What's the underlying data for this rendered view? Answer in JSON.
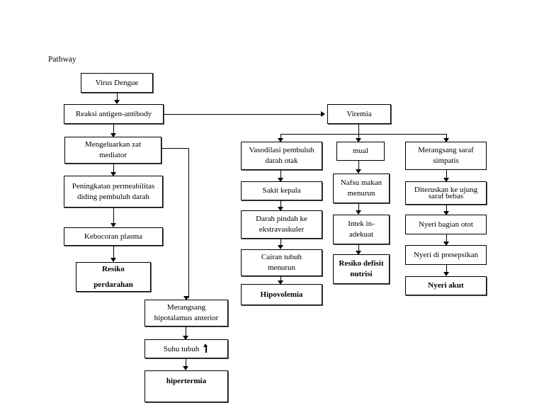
{
  "document": {
    "title": "Pathway",
    "page_label": "Pathway",
    "background_color": "#ffffff",
    "line_color": "#000000",
    "text_color": "#000000"
  },
  "nodes": {
    "virus_dengue": {
      "label": "Virus Dengue"
    },
    "reaksi_antigen_antibody": {
      "label": "Reaksi antigen-antibody"
    },
    "mengeluarkan_zat_mediator": {
      "line1": "Mengeluarkan zat",
      "line2": "mediator"
    },
    "peningkatan_permeabilitas": {
      "line1": "Peningkatan permeabilitas",
      "line2": "diding pembuluh darah"
    },
    "kebocoran_plasma": {
      "label": "Kebocoran plasma"
    },
    "resiko_perdarahan": {
      "line1": "Resiko",
      "line2": "perdarahan"
    },
    "merangsang_hipotalamus": {
      "line1": "Merangsang",
      "line2": "hipotalamus anterior"
    },
    "suhu_tubuh": {
      "label": "Suhu tubuh"
    },
    "hipertermia": {
      "label": "hipertermia"
    },
    "viremia": {
      "label": "Viremia"
    },
    "vasodilasi": {
      "line1": "Vasodilasi pembuluh",
      "line2": "darah otak"
    },
    "sakit_kepala": {
      "label": "Sakit kepala"
    },
    "darah_pindah": {
      "line1": "Darah pindah ke",
      "line2": "ekstravaskuler"
    },
    "cairan_tubuh_menurun": {
      "line1": "Cairan tubuh",
      "line2": "menurun"
    },
    "hipovolemia": {
      "label": "Hipovolemia"
    },
    "mual": {
      "label": "mual"
    },
    "nafsu_makan_menurun": {
      "line1": "Nafsu makan",
      "line2": "menurun"
    },
    "intek_inadekuat": {
      "line1": "Intek in-",
      "line2": "adekuat"
    },
    "resiko_defisit_nutrisi": {
      "line1": "Resiko defisit",
      "line2": "nutrisi"
    },
    "merangsang_saraf_simpatis": {
      "line1": "Merangsang saraf",
      "line2": "simpatis"
    },
    "diteruskan_ke_ujung_saraf_bebas": {
      "line1": "Diteruskan ke ujung",
      "line2": "saraf bebas"
    },
    "nyeri_bagian_otot": {
      "label": "Nyeri bagian otot"
    },
    "nyeri_di_presepsikan": {
      "label": "Nyeri di presepsikan"
    },
    "nyeri_akut": {
      "label": "Nyeri akut"
    }
  },
  "icons": {
    "up_arrow": "arrow-up-icon"
  }
}
